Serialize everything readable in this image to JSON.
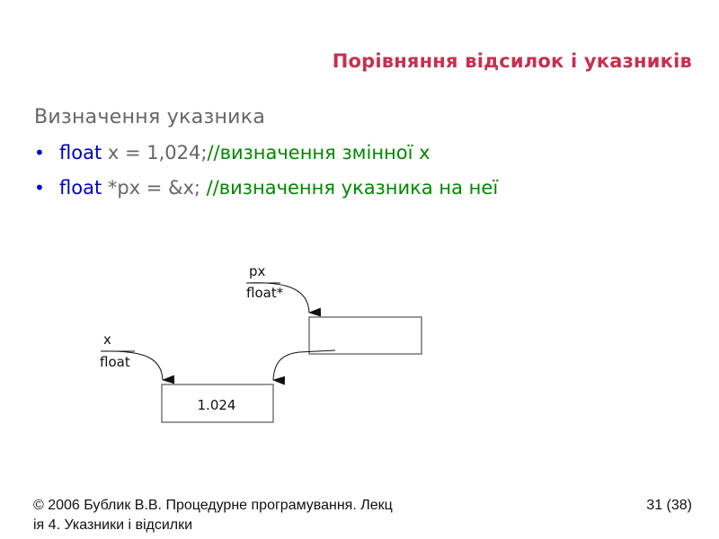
{
  "slide": {
    "title": "Порівняння відсилок і указників",
    "subheading": "Визначення указника",
    "bullets": [
      {
        "keyword": "float",
        "code": " x = 1,024;",
        "comment": "//визначення змінної x"
      },
      {
        "keyword": "float",
        "code": " *px = &x; ",
        "comment": "//визначення указника на неї"
      }
    ],
    "bullet_symbol": "•"
  },
  "diagram": {
    "pointer": {
      "name": "px",
      "type": "float*",
      "value": ""
    },
    "variable": {
      "name": "x",
      "type": "float",
      "value": "1.024"
    }
  },
  "footer": {
    "text": "© 2006 Бублик В.В. Процедурне програмування. Лекція 4. Указники і відсилки",
    "line1": "© 2006 Бублик В.В. Процедурне програмування. Лекц",
    "line2": "ія 4. Указники і відсилки",
    "page": "31 (38)"
  },
  "colors": {
    "title": "#c8304e",
    "keyword": "#0000cc",
    "comment": "#008800",
    "code": "#666666"
  }
}
